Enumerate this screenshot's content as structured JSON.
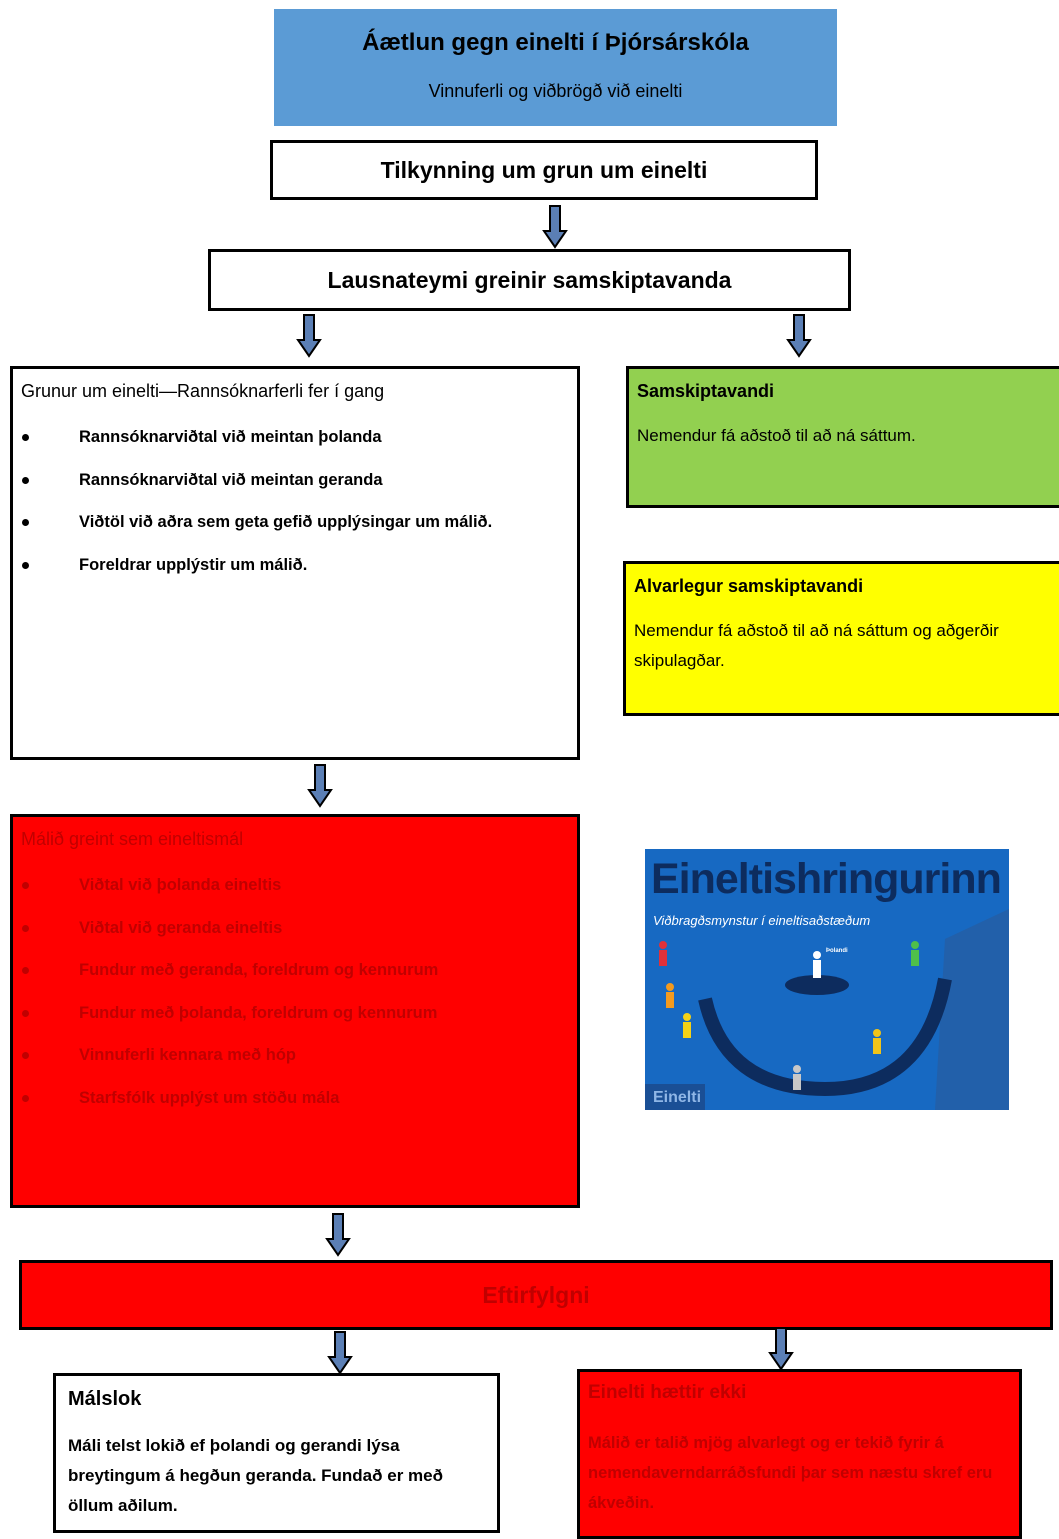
{
  "header": {
    "title": "Áætlun gegn einelti í Þjórsárskóla",
    "subtitle": "Vinnuferli og viðbrögð við einelti"
  },
  "step_report": "Tilkynning um grun um einelti",
  "step_team": "Lausnateymi greinir samskiptavanda",
  "investigation": {
    "title": "Grunur um einelti—Rannsóknarferli fer í gang",
    "items": [
      "Rannsóknarviðtal við meintan þolanda",
      "Rannsóknarviðtal við meintan geranda",
      "Viðtöl við aðra sem geta gefið upplýsingar um málið.",
      "Foreldrar upplýstir um málið."
    ]
  },
  "communication_problem": {
    "title": "Samskiptavandi",
    "text": "Nemendur fá aðstoð til að ná sáttum.",
    "color": "#92d050"
  },
  "serious_communication_problem": {
    "title": "Alvarlegur samskiptavandi",
    "text": "Nemendur fá aðstoð til að ná sáttum og aðgerðir skipulagðar.",
    "color": "#ffff00"
  },
  "bullying_case": {
    "title": "Málið greint sem eineltismál",
    "items": [
      "Viðtal við þolanda eineltis",
      "Viðtal við geranda eineltis",
      "Fundur með geranda, foreldrum og kennurum",
      "Fundur með þolanda, foreldrum og kennurum",
      "Vinnuferli kennara með hóp",
      "Starfsfólk upplýst um stöðu mála"
    ],
    "color": "#ff0000",
    "text_color": "#c00000"
  },
  "poster": {
    "title": "Eineltishringurinn",
    "subtitle": "Viðbragðsmynstur í eineltisaðstæðum",
    "center_label": "Þolandi",
    "logo_text": "Einelti"
  },
  "follow_up": "Eftirfylgni",
  "case_closed": {
    "title": "Málslok",
    "text": "Máli telst lokið ef þolandi og gerandi lýsa breytingum á hegðun geranda. Fundað er með öllum aðilum."
  },
  "bullying_continues": {
    "title": "Einelti hættir ekki",
    "text": "Málið er talið mjög alvarlegt og er tekið fyrir á nemendaverndarráðsfundi þar sem næstu skref eru ákveðin."
  },
  "colors": {
    "header": "#5b9bd5",
    "arrow": "#4a6fa5"
  }
}
